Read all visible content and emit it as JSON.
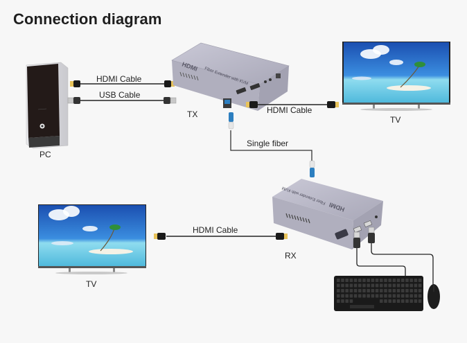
{
  "title": "Connection diagram",
  "labels": {
    "pc": "PC",
    "tx": "TX",
    "rx": "RX",
    "tv_top": "TV",
    "tv_bottom": "TV",
    "hdmi_pc_tx": "HDMI Cable",
    "usb_pc_tx": "USB Cable",
    "hdmi_tx_tv": "HDMI Cable",
    "fiber": "Single fiber",
    "hdmi_rx_tv": "HDMI Cable"
  },
  "devices": {
    "tx_brand": "HDMI",
    "tx_model": "Fiber Extender with KVM",
    "rx_brand": "HDMI",
    "rx_model": "Fiber Extender with KVM"
  },
  "colors": {
    "background": "#f7f7f7",
    "device_body": "#b9b8c6",
    "cable": "#222222",
    "fiber_connector": "#2d7fc0",
    "hdmi_tip": "#e8c35a",
    "sky": "#1f63c0",
    "sea": "#7fd3e6"
  }
}
